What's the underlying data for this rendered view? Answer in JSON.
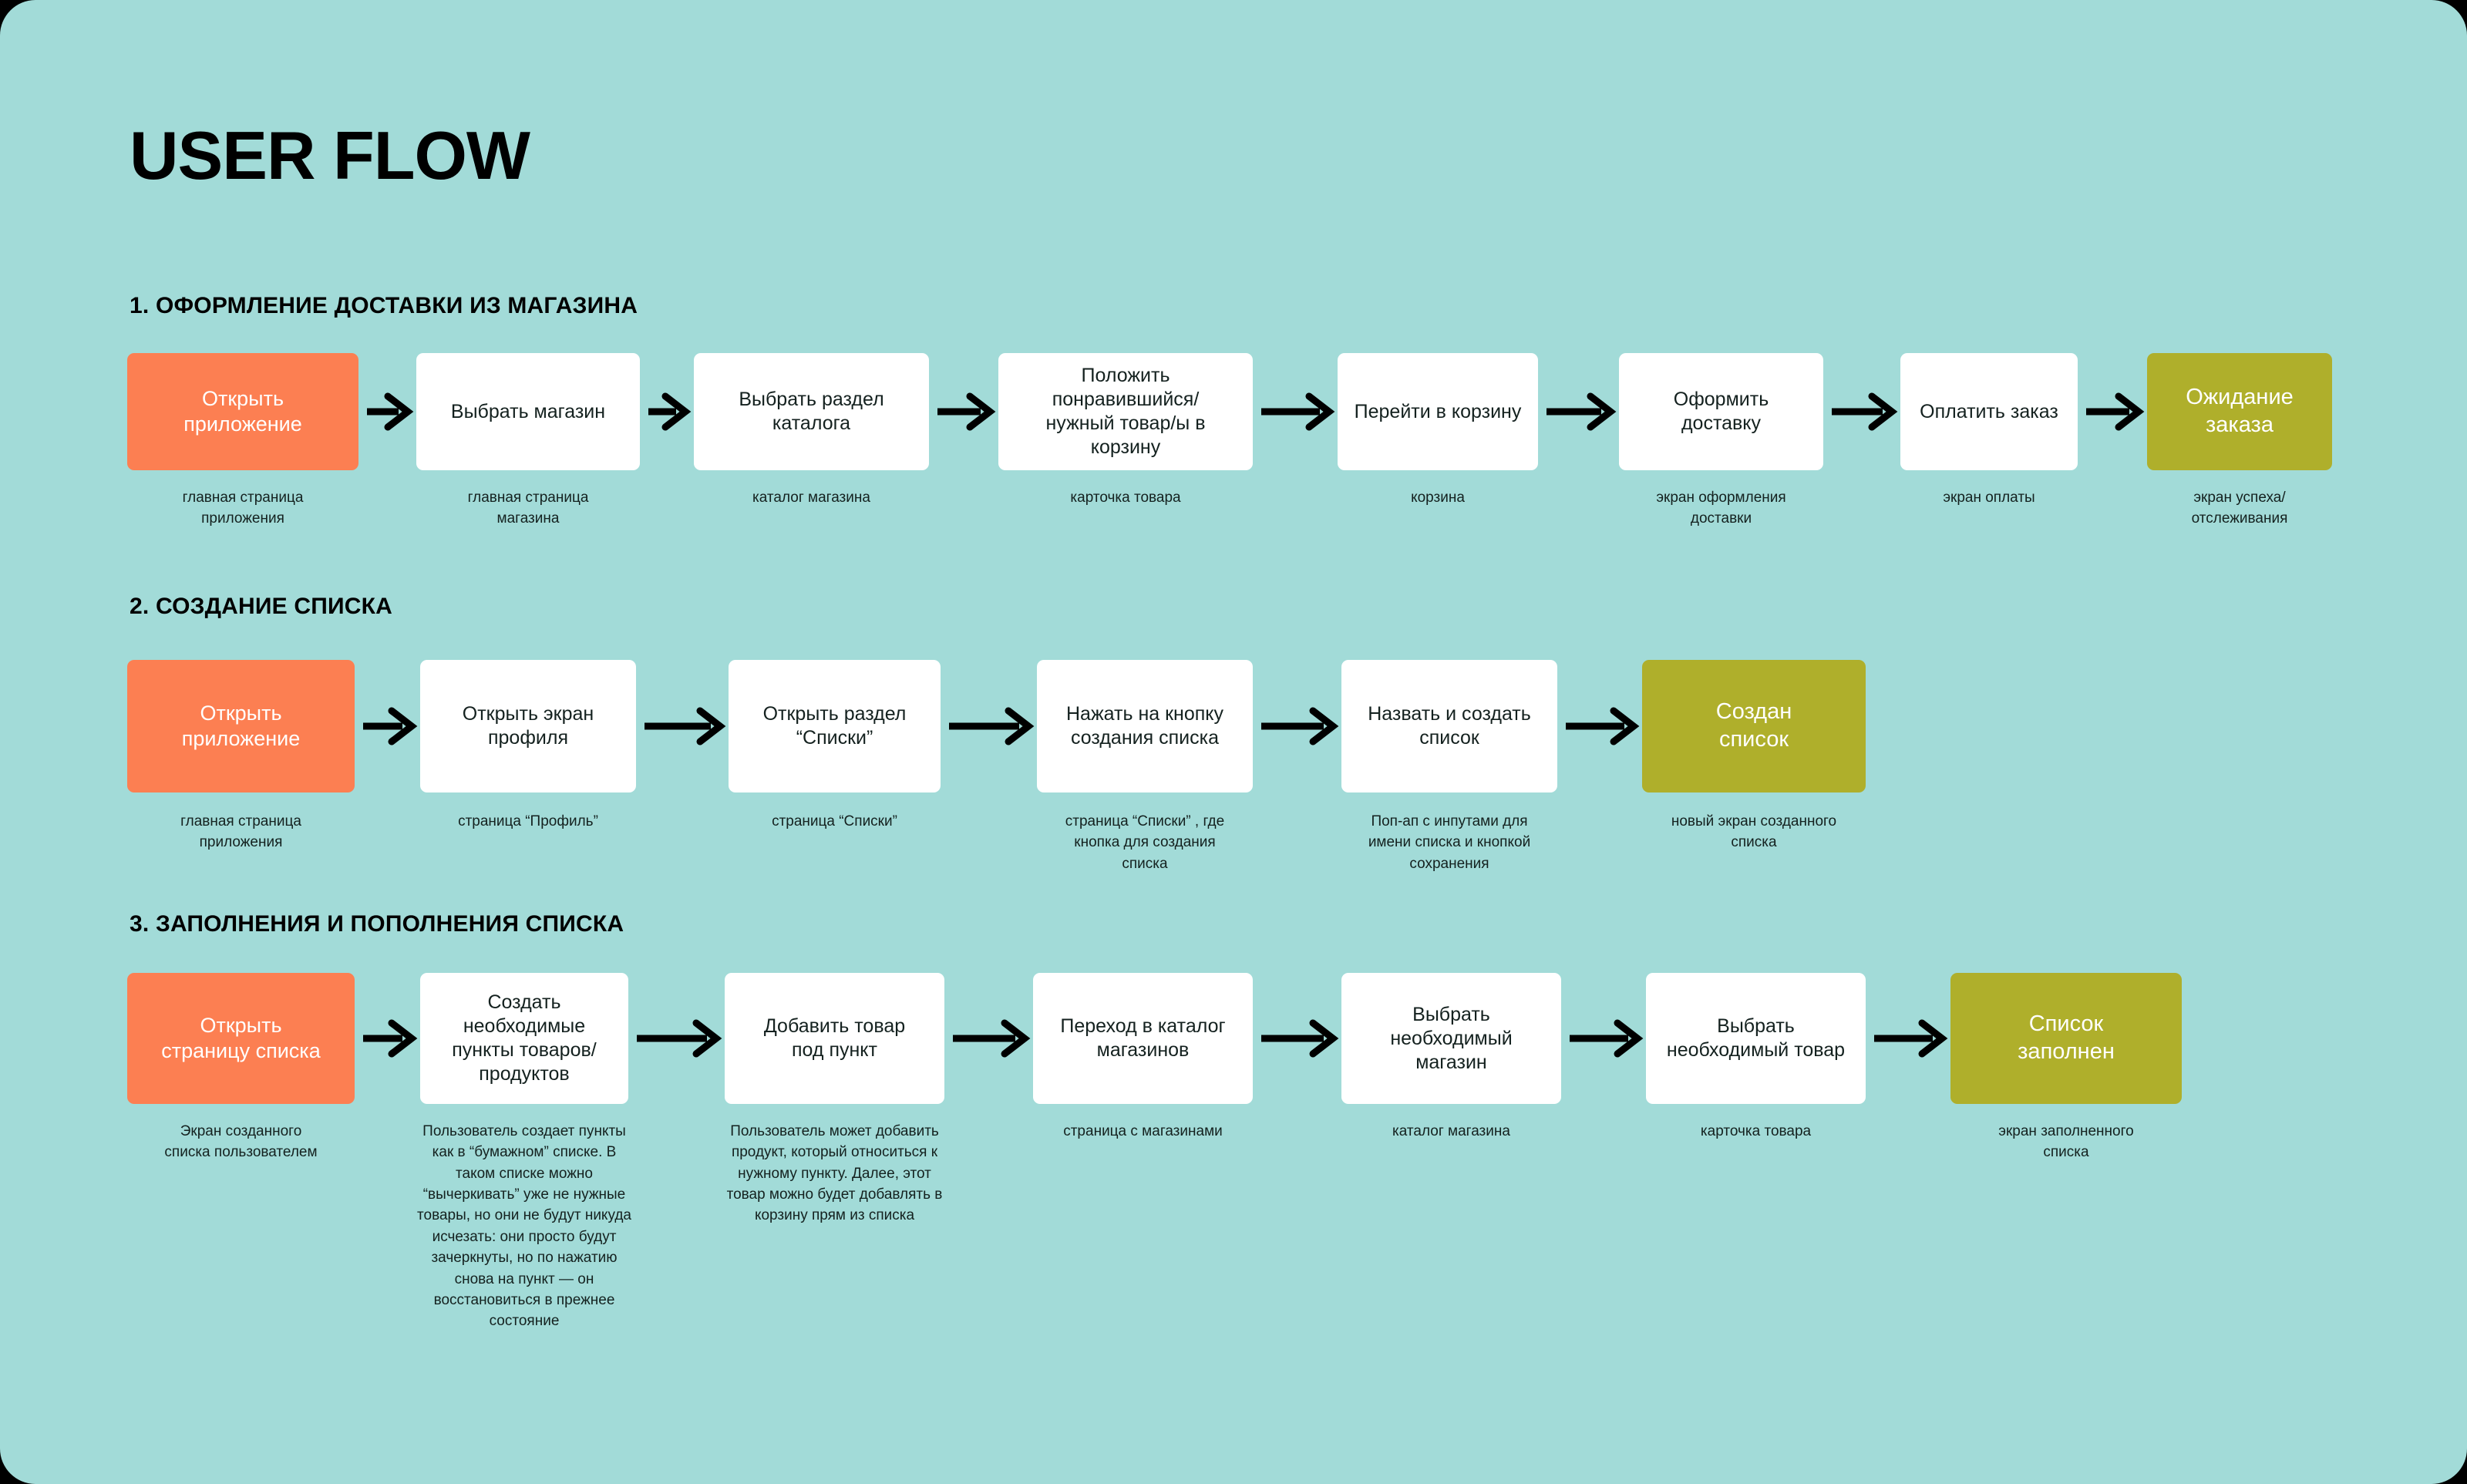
{
  "title": "USER FLOW",
  "colors": {
    "background": "#A2DBD8",
    "start": "#FC7F52",
    "end": "#AFAF2B",
    "node": "#FFFFFF",
    "text": "#14211F",
    "arrow": "#000000"
  },
  "sections": [
    {
      "heading": "1. ОФОРМЛЕНИЕ ДОСТАВКИ ИЗ МАГАЗИНА",
      "steps": [
        {
          "label": "Открыть\nприложение",
          "caption": "главная страница\nприложения",
          "kind": "start"
        },
        {
          "label": "Выбрать магазин",
          "caption": "главная страница\nмагазина",
          "kind": "normal"
        },
        {
          "label": "Выбрать раздел\nкаталога",
          "caption": "каталог магазина",
          "kind": "normal"
        },
        {
          "label": "Положить\nпонравившийся/\nнужный товар/ы в\nкорзину",
          "caption": "карточка товара",
          "kind": "normal"
        },
        {
          "label": "Перейти в корзину",
          "caption": "корзина",
          "kind": "normal"
        },
        {
          "label": "Оформить\nдоставку",
          "caption": "экран оформления\nдоставки",
          "kind": "normal"
        },
        {
          "label": "Оплатить заказ",
          "caption": "экран оплаты",
          "kind": "normal"
        },
        {
          "label": "Ожидание\nзаказа",
          "caption": "экран успеха/\nотслеживания",
          "kind": "end"
        }
      ]
    },
    {
      "heading": "2. СОЗДАНИЕ СПИСКА",
      "steps": [
        {
          "label": "Открыть\nприложение",
          "caption": "главная страница\nприложения",
          "kind": "start"
        },
        {
          "label": "Открыть экран\nпрофиля",
          "caption": "страница “Профиль”",
          "kind": "normal"
        },
        {
          "label": "Открыть раздел\n“Списки”",
          "caption": "страница “Списки”",
          "kind": "normal"
        },
        {
          "label": "Нажать на кнопку\nсоздания списка",
          "caption": "страница “Списки” , где\nкнопка для создания\nсписка",
          "kind": "normal"
        },
        {
          "label": "Назвать и создать\nсписок",
          "caption": "Поп-ап с инпутами для\nимени списка и кнопкой\nсохранения",
          "kind": "normal"
        },
        {
          "label": "Создан\nсписок",
          "caption": "новый экран созданного\nсписка",
          "kind": "end"
        }
      ]
    },
    {
      "heading": "3. ЗАПОЛНЕНИЯ И ПОПОЛНЕНИЯ СПИСКА",
      "steps": [
        {
          "label": "Открыть\nстраницу списка",
          "caption": "Экран созданного\nсписка пользователем",
          "kind": "start"
        },
        {
          "label": "Создать\nнеобходимые\nпункты товаров/\nпродуктов",
          "caption": "Пользователь создает пункты как в “бумажном” списке. В таком списке можно “вычеркивать” уже не нужные товары, но они не будут никуда исчезать: они просто будут зачеркнуты, но по нажатию снова на пункт — он восстановиться в прежнее состояние",
          "kind": "normal"
        },
        {
          "label": "Добавить товар\nпод пункт",
          "caption": "Пользователь может добавить продукт, который относиться к нужному пункту. Далее, этот товар можно будет добавлять в корзину прям из списка",
          "kind": "normal"
        },
        {
          "label": "Переход в каталог\nмагазинов",
          "caption": "страница с магазинами",
          "kind": "normal"
        },
        {
          "label": "Выбрать\nнеобходимый\nмагазин",
          "caption": "каталог магазина",
          "kind": "normal"
        },
        {
          "label": "Выбрать\nнеобходимый товар",
          "caption": "карточка товара",
          "kind": "normal"
        },
        {
          "label": "Список\nзаполнен",
          "caption": "экран заполненного\nсписка",
          "kind": "end"
        }
      ]
    }
  ]
}
